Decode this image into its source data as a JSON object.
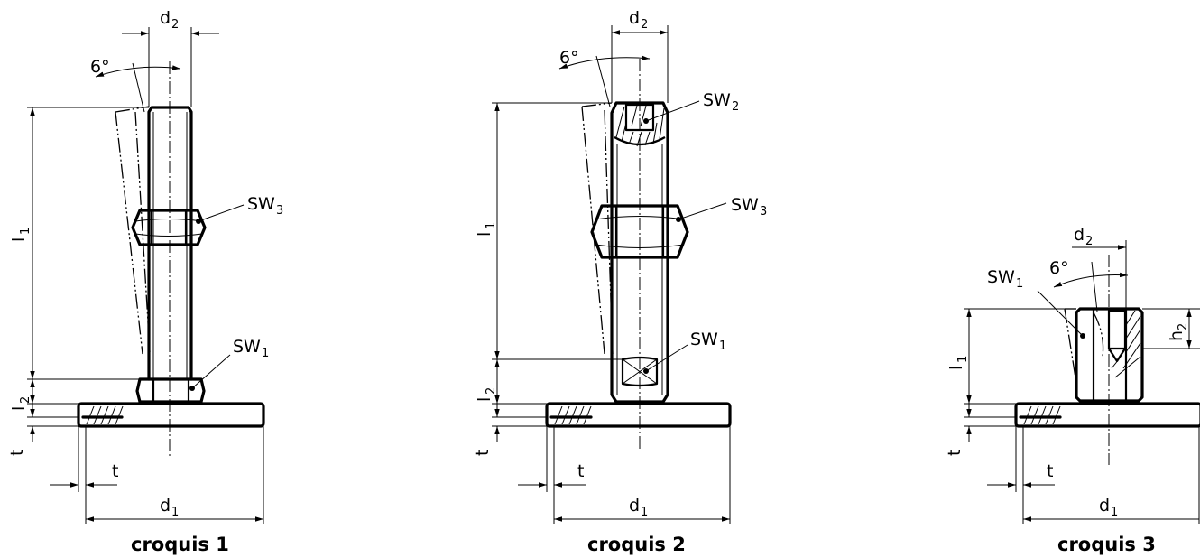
{
  "sketch1": {
    "caption": "croquis 1",
    "angle": "6°",
    "d2": "d",
    "d2_sub": "2",
    "d1": "d",
    "d1_sub": "1",
    "l1": "l",
    "l1_sub": "1",
    "l2": "l",
    "l2_sub": "2",
    "t_vertical": "t",
    "t_horizontal": "t",
    "sw3": "SW",
    "sw3_sub": "3",
    "sw1": "SW",
    "sw1_sub": "1"
  },
  "sketch2": {
    "caption": "croquis 2",
    "angle": "6°",
    "d2": "d",
    "d2_sub": "2",
    "d1": "d",
    "d1_sub": "1",
    "l1": "l",
    "l1_sub": "1",
    "l2": "l",
    "l2_sub": "2",
    "t_vertical": "t",
    "t_horizontal": "t",
    "sw2": "SW",
    "sw2_sub": "2",
    "sw3": "SW",
    "sw3_sub": "3",
    "sw1": "SW",
    "sw1_sub": "1"
  },
  "sketch3": {
    "caption": "croquis 3",
    "angle": "6°",
    "d2": "d",
    "d2_sub": "2",
    "d1": "d",
    "d1_sub": "1",
    "l1": "l",
    "l1_sub": "1",
    "h2": "h",
    "h2_sub": "2",
    "t_vertical": "t",
    "t_horizontal": "t",
    "sw1": "SW",
    "sw1_sub": "1"
  }
}
